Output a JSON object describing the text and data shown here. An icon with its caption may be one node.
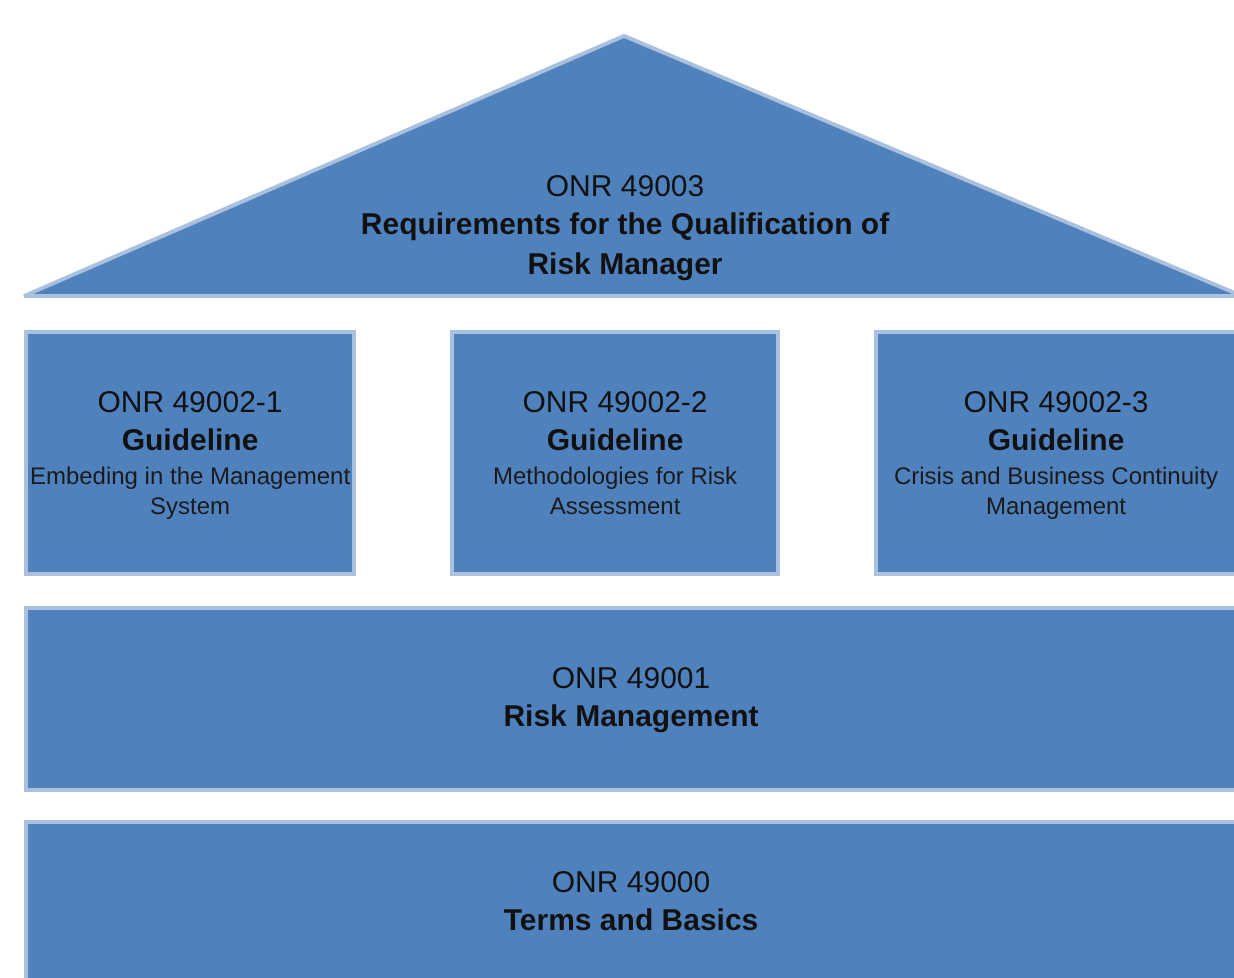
{
  "diagram": {
    "nodes": [
      {
        "text": [
          "ONR 49003",
          "Requirements for the Qualification of Risk Manager"
        ]
      },
      {
        "text": [
          "ONR 49002-1",
          "Guideline",
          "Embeding in the Management System"
        ]
      },
      {
        "text": [
          "ONR 49002-2",
          "Guideline",
          "Methodologies for Risk Assessment"
        ]
      },
      {
        "text": [
          "ONR 49002-3",
          "Guideline",
          "Crisis and Business Continuity Management"
        ]
      },
      {
        "text": [
          "ONR 49001",
          "Risk Management"
        ]
      },
      {
        "text": [
          "ONR 49000",
          "Terms and Basics"
        ]
      }
    ]
  }
}
